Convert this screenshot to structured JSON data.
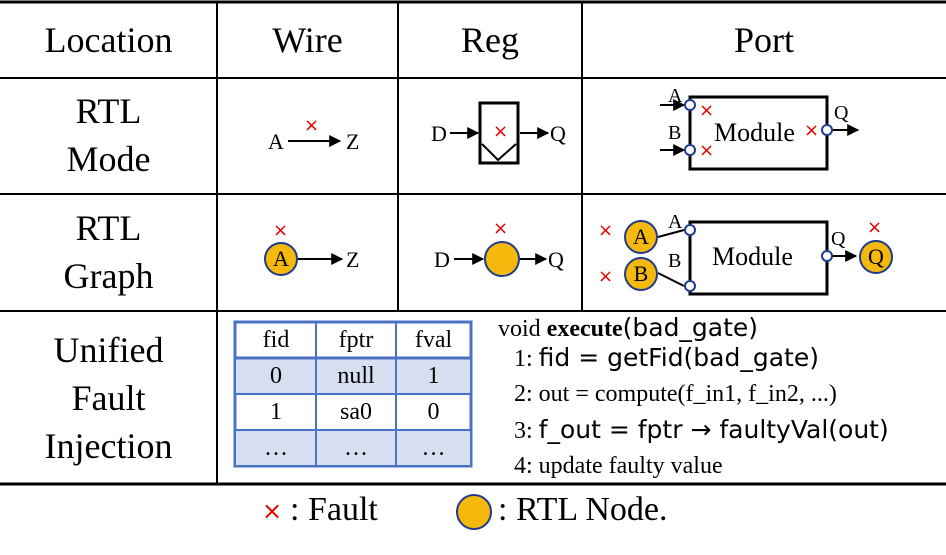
{
  "header": {
    "location": "Location",
    "wire": "Wire",
    "reg": "Reg",
    "port": "Port"
  },
  "rows": {
    "rtl_mode": [
      "RTL",
      "Mode"
    ],
    "rtl_graph": [
      "RTL",
      "Graph"
    ],
    "unified": [
      "Unified",
      "Fault",
      "Injection"
    ]
  },
  "signals": {
    "a": "A",
    "b": "B",
    "z": "Z",
    "d": "D",
    "q": "Q",
    "module": "Module"
  },
  "fault_mark": "×",
  "table": {
    "headers": [
      "fid",
      "fptr",
      "fval"
    ],
    "rows": [
      [
        "0",
        "null",
        "1"
      ],
      [
        "1",
        "sa0",
        "0"
      ],
      [
        "…",
        "…",
        "…"
      ]
    ]
  },
  "code": {
    "line0_void": "void",
    "line0_fn": "execute",
    "line0_arg": "(bad_gate)",
    "line1_num": "1:",
    "line1_code": "fid = getFid(bad_gate)",
    "line2": "2: out = compute(f_in1, f_in2, ...)",
    "line3_num": "3:",
    "line3_code": "f_out = fptr → faultyVal(out)",
    "line4": "4: update faulty value"
  },
  "legend": {
    "fault_label": ": Fault",
    "node_label": ": RTL Node."
  },
  "colors": {
    "fault": "#e60000",
    "node_fill": "#f5b80d",
    "node_border": "#1f3b8c",
    "table_border": "#4a72c4",
    "table_fill": "#d6dff0"
  }
}
